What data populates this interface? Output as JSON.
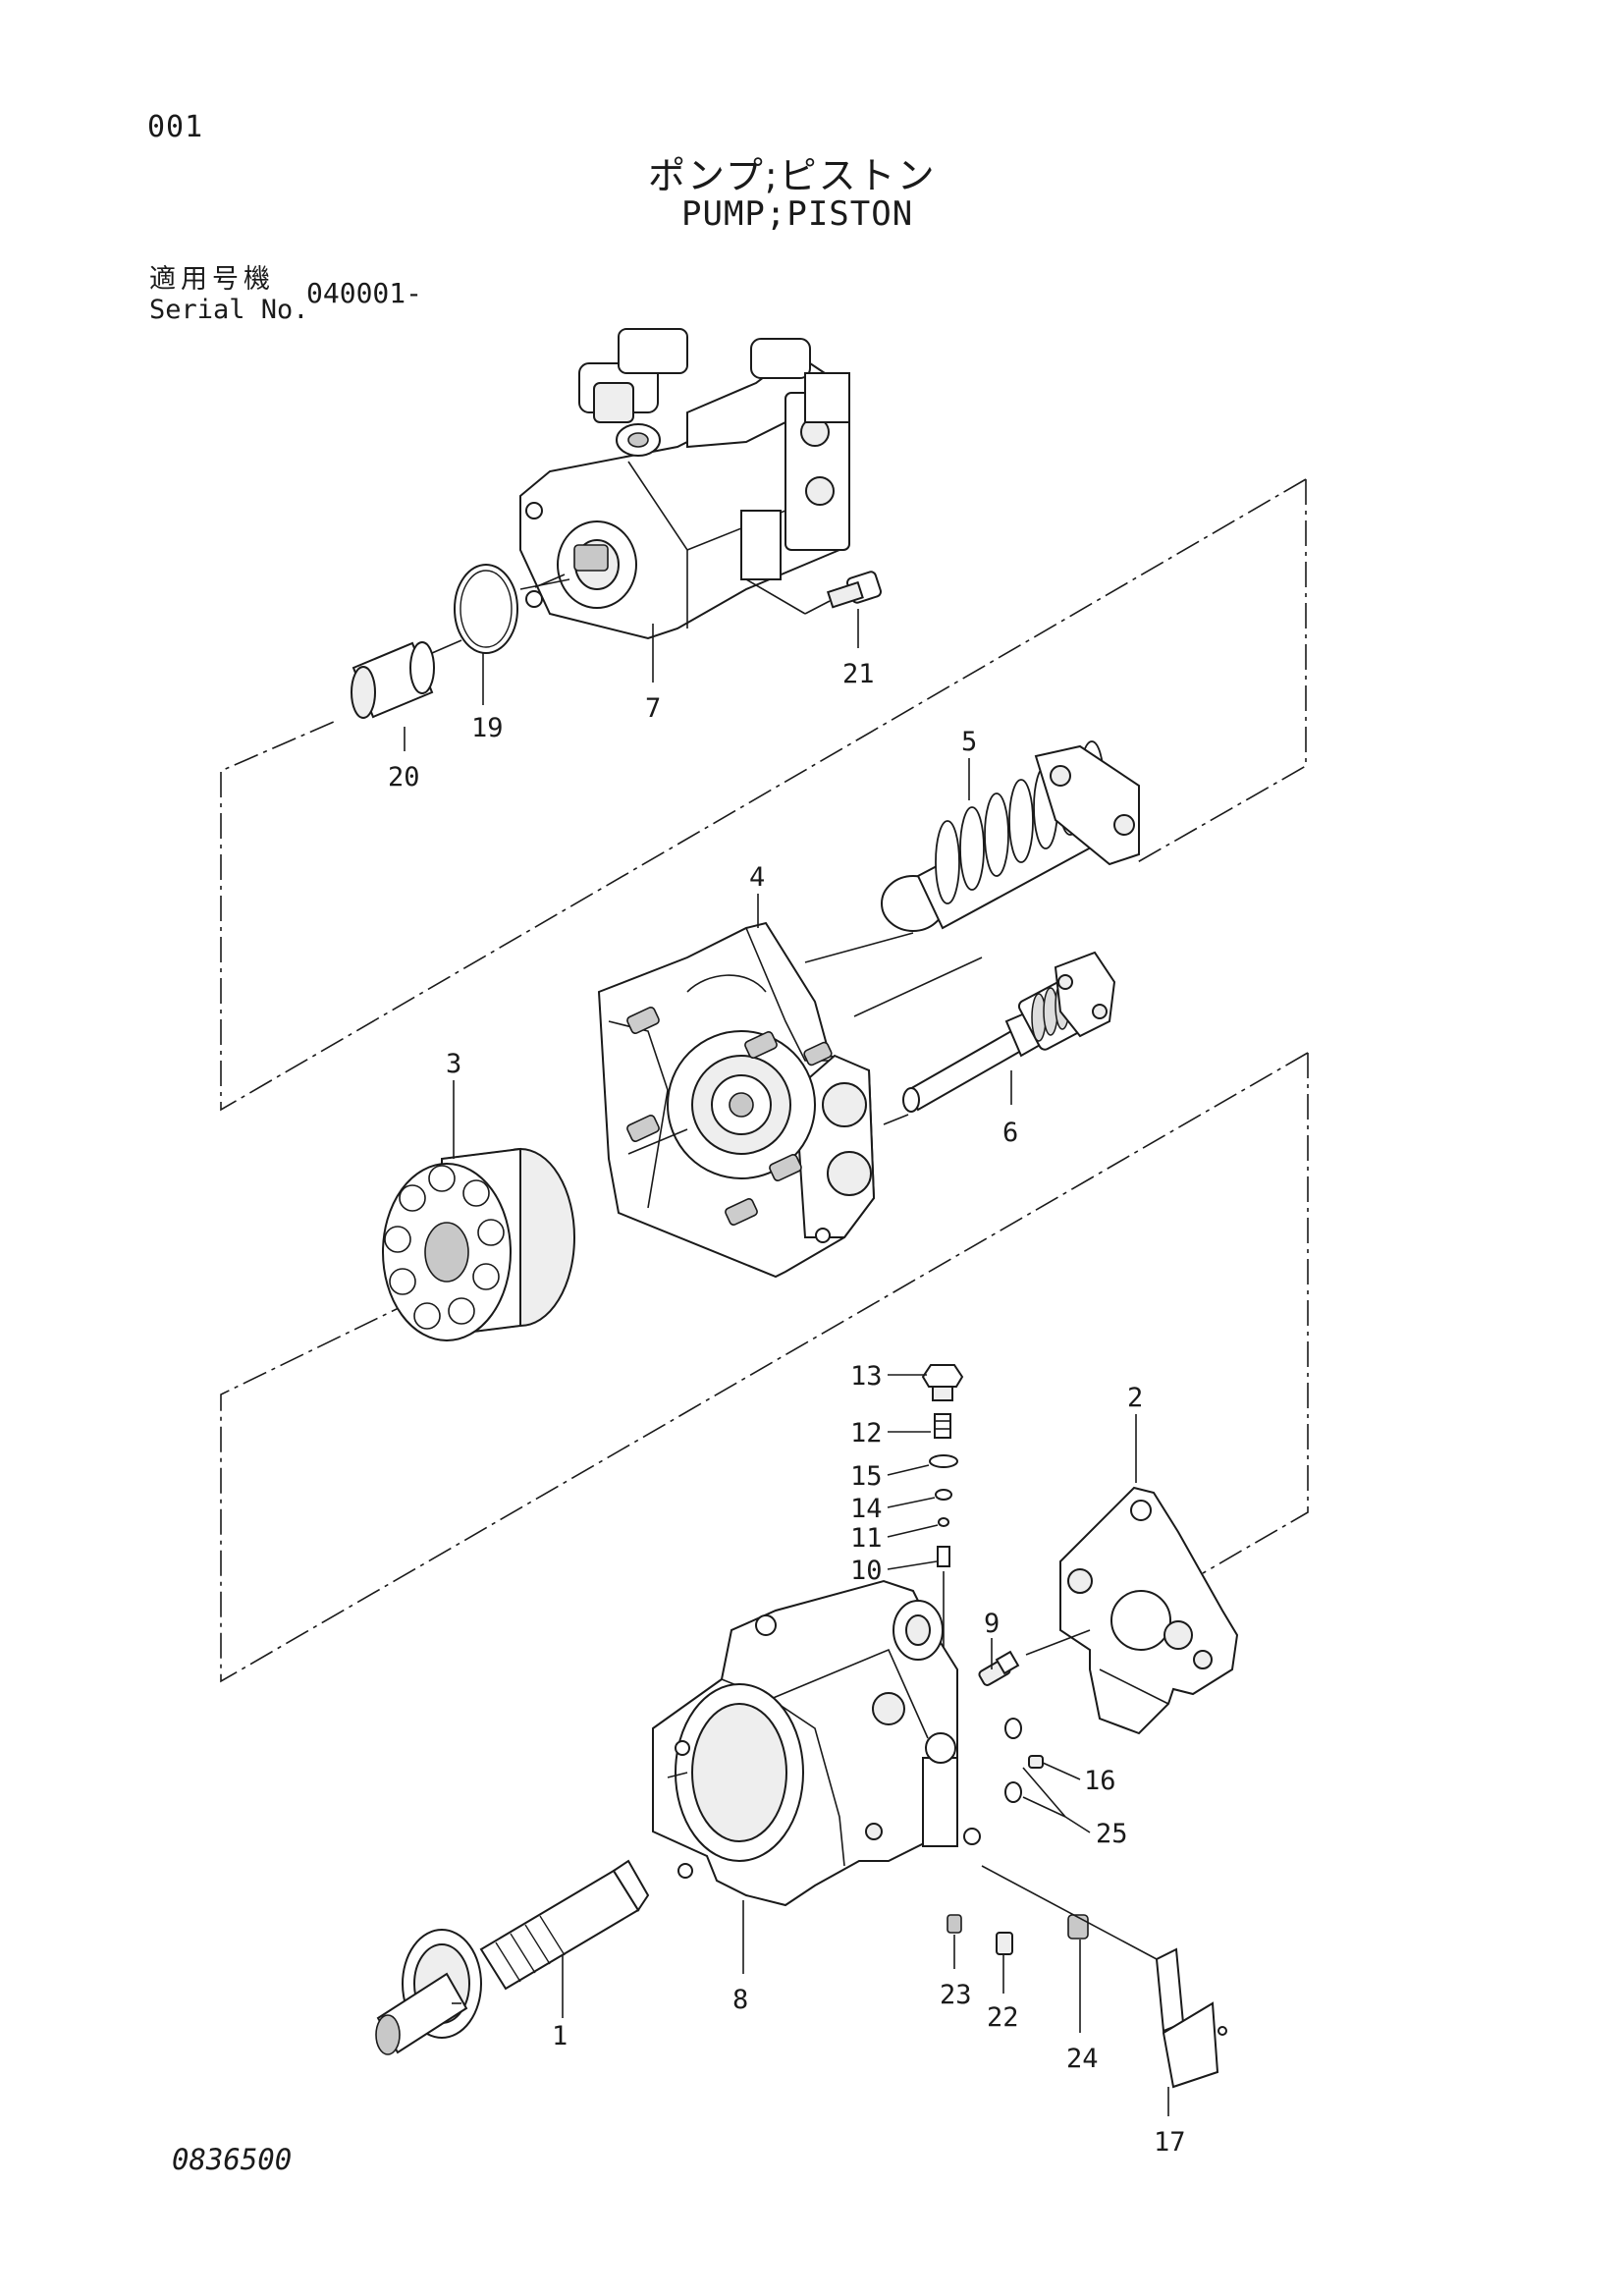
{
  "sheet_number": "001",
  "title_jp": "ポンプ;ピストン",
  "title_en": "PUMP;PISTON",
  "serial_label_jp": "適用号機",
  "serial_label_en": "Serial No.",
  "serial_value": "040001-",
  "document_number": "0836500",
  "callouts": [
    "1",
    "2",
    "3",
    "4",
    "5",
    "6",
    "7",
    "8",
    "9",
    "10",
    "11",
    "12",
    "13",
    "14",
    "15",
    "16",
    "17",
    "19",
    "20",
    "21",
    "22",
    "23",
    "24",
    "25"
  ]
}
